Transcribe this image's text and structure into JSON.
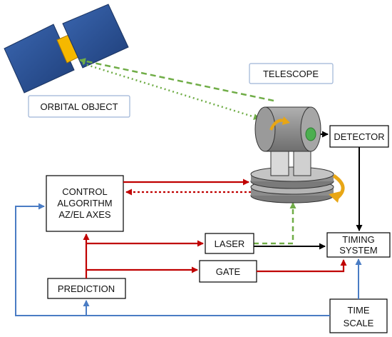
{
  "labels": {
    "orbital_object": "ORBITAL OBJECT",
    "telescope": "TELESCOPE",
    "detector": "DETECTOR",
    "control_line1": "CONTROL",
    "control_line2": "ALGORITHM",
    "control_line3": "AZ/EL AXES",
    "laser": "LASER",
    "gate": "GATE",
    "timing_line1": "TIMING",
    "timing_line2": "SYSTEM",
    "prediction": "PREDICTION",
    "timescale_line1": "TIME",
    "timescale_line2": "SCALE"
  },
  "colors": {
    "red_arrow": "#c00000",
    "blue_line": "#4a7cc4",
    "green_dashed": "#70ad47",
    "black_arrow": "#000000",
    "satellite_panel": "#2f5597",
    "satellite_body": "#f5b800",
    "telescope_gray": "#8c8c8c",
    "rotation_arrow": "#e8a615",
    "lens_green": "#4caf50"
  },
  "icons": [
    "satellite-icon",
    "telescope-icon",
    "rotation-arrow-icon"
  ]
}
